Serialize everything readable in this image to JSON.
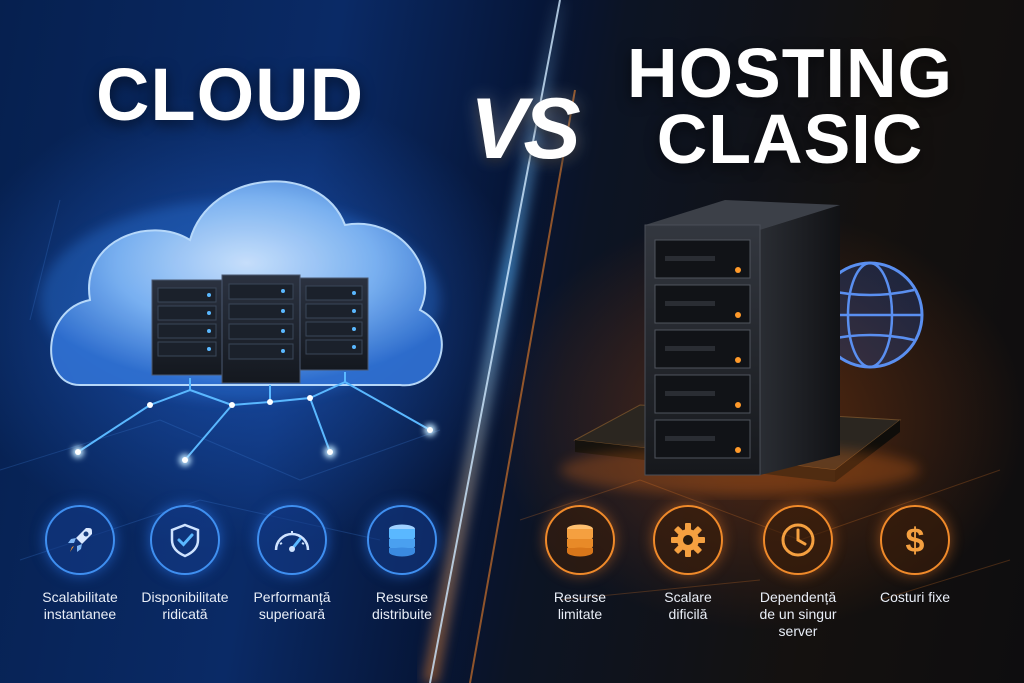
{
  "header": {
    "left_title": "CLOUD",
    "vs": "VS",
    "right_title_line1": "HOSTING",
    "right_title_line2": "CLASIC"
  },
  "colors": {
    "cloud_accent": "#3f8ff0",
    "hosting_accent": "#f08a2a",
    "led_blue": "#5ab8ff",
    "led_orange": "#ff9a2a"
  },
  "cloud_features": [
    {
      "icon": "rocket-icon",
      "label_line1": "Scalabilitate",
      "label_line2": "instantanee"
    },
    {
      "icon": "shield-check-icon",
      "label_line1": "Disponibilitate",
      "label_line2": "ridicată"
    },
    {
      "icon": "speedometer-icon",
      "label_line1": "Performanță",
      "label_line2": "superioară"
    },
    {
      "icon": "database-icon",
      "label_line1": "Resurse",
      "label_line2": "distribuite"
    }
  ],
  "hosting_features": [
    {
      "icon": "database-icon",
      "label_line1": "Resurse",
      "label_line2": "limitate",
      "label_line3": ""
    },
    {
      "icon": "gear-icon",
      "label_line1": "Scalare",
      "label_line2": "dificilă",
      "label_line3": ""
    },
    {
      "icon": "clock-icon",
      "label_line1": "Dependență",
      "label_line2": "de un singur",
      "label_line3": "server"
    },
    {
      "icon": "dollar-icon",
      "label_line1": "Costuri fixe",
      "label_line2": "",
      "label_line3": ""
    }
  ]
}
